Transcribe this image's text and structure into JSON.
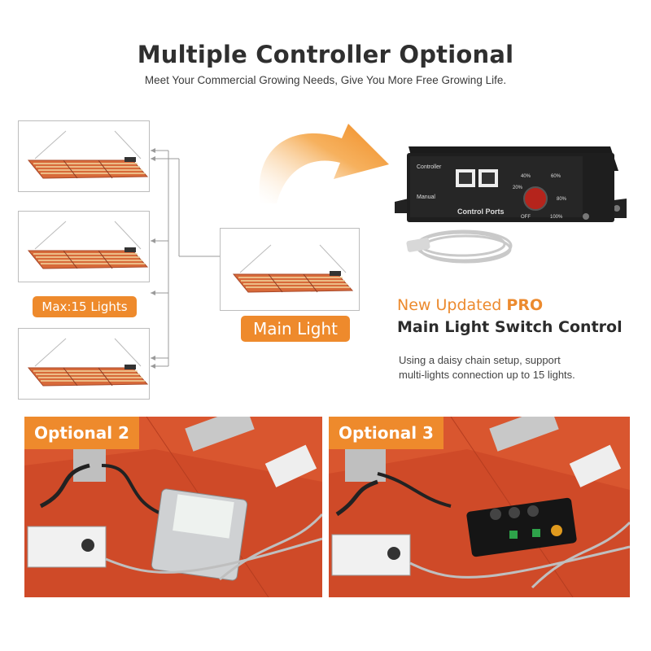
{
  "header": {
    "title": "Multiple Controller Optional",
    "subtitle": "Meet Your Commercial Growing Needs, Give You More Free Growing Life."
  },
  "diagram": {
    "max_label": "Max:15 Lights",
    "main_label": "Main Light"
  },
  "controller": {
    "top_label": "Controller",
    "side_label": "Manual",
    "ports_label": "Control Ports",
    "dial_marks": [
      "40%",
      "60%",
      "20%",
      "80%",
      "OFF",
      "100%"
    ]
  },
  "feature": {
    "line1_prefix": "New Updated ",
    "line1_highlight": "PRO",
    "line2": "Main Light Switch Control",
    "desc_line1": "Using a daisy chain setup, support",
    "desc_line2": "multi-lights connection up to 15 lights."
  },
  "options": [
    {
      "label": "Optional 2"
    },
    {
      "label": "Optional 3"
    }
  ],
  "colors": {
    "accent": "#ee8a2c",
    "panel": "#e0532a",
    "text_dark": "#2f2f2f"
  }
}
